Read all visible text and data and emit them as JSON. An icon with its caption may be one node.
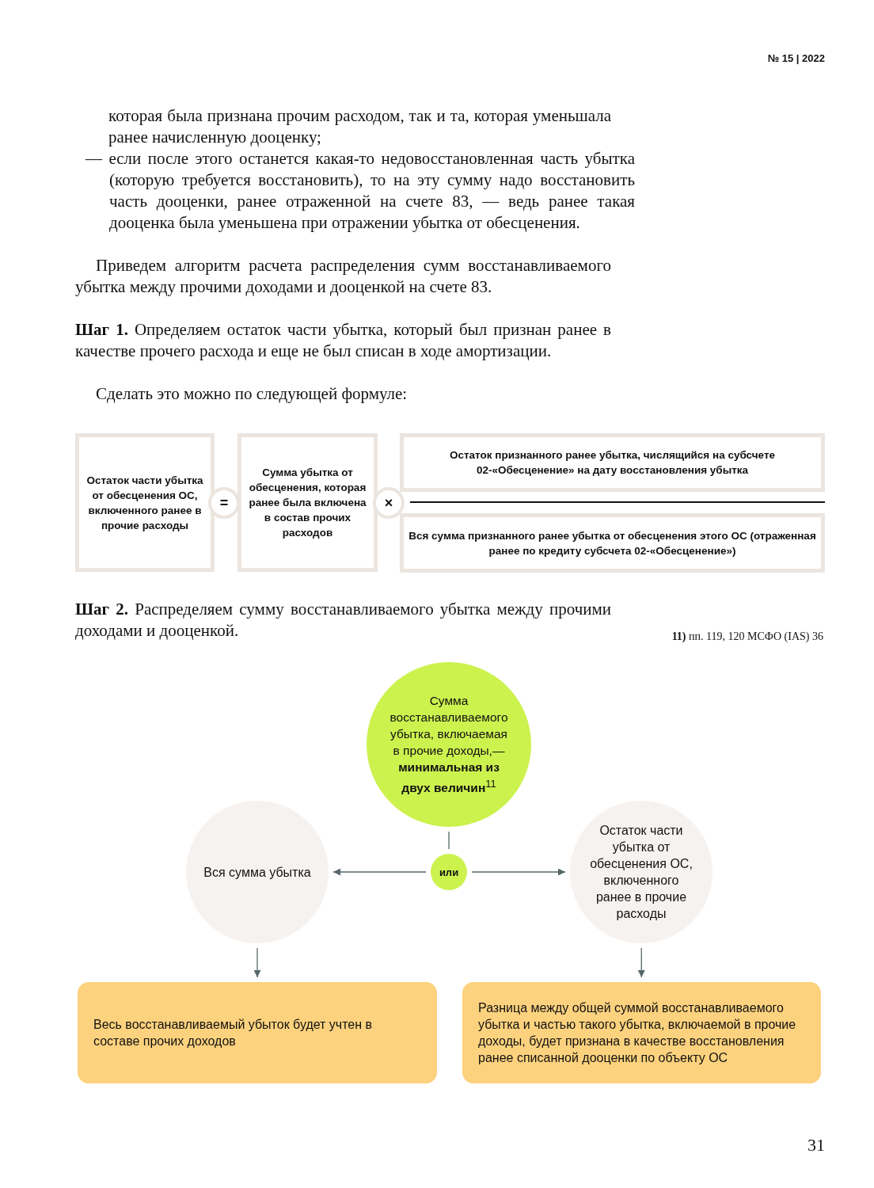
{
  "diagram": {
    "nodes": [
      {
        "text": [
          "Остаток части убытка от обесценения ОС, включенного ранее в прочие расходы"
        ]
      },
      {
        "text": [
          "="
        ]
      },
      {
        "text": [
          "Сумма убытка от обесценения, которая ранее была включена в состав прочих расходов"
        ]
      },
      {
        "text": [
          "×"
        ]
      },
      {
        "text": [
          "Остаток признанного ранее убытка, числящийся на субсчете 02-«Обесценение» на дату восстановления убытка"
        ]
      },
      {
        "text": [
          "Вся сумма признанного ранее убытка от обесценения этого ОС (отраженная ранее по кредиту субсчета 02-«Обесценение»)"
        ]
      },
      {
        "text": [
          "Сумма восстанавливаемого убытка, включаемая в прочие доходы,— **минимальная из двух величин**$^{11}$"
        ]
      },
      {
        "text": [
          "или"
        ]
      },
      {
        "text": [
          "Вся сумма убытка"
        ]
      },
      {
        "text": [
          "Остаток части убытка от обесценения ОС, включенного ранее в прочие расходы"
        ]
      },
      {
        "text": [
          "Весь восстанавливаемый убыток будет учтен в составе прочих доходов"
        ]
      },
      {
        "text": [
          "Разница между общей суммой восстанавливаемого убытка и частью такого убытка, включаемой в прочие доходы, будет признана в качестве восстановления ранее списанной дооценки по объекту ОС"
        ]
      }
    ],
    "edges": [
      {
        "from": 6,
        "to": 7,
        "arrow": "none"
      },
      {
        "from": 7,
        "to": 8,
        "arrow": "to"
      },
      {
        "from": 7,
        "to": 9,
        "arrow": "to"
      },
      {
        "from": 8,
        "to": 10,
        "arrow": "to"
      },
      {
        "from": 9,
        "to": 11,
        "arrow": "to"
      }
    ],
    "labels": [
      "№ 15 | 2022",
      "которая была признана прочим расходом, так и та, которая уменьшала ранее начисленную дооценку;",
      "— если после этого останется какая-то недовосстановленная часть убытка (которую требуется восстановить), то на эту сумму надо восстановить часть дооценки, ранее отраженной на счете 83, — ведь ранее такая дооценка была уменьшена при отражении убытка от обесценения.",
      "Приведем алгоритм расчета распределения сумм восстанавливаемого убытка между прочими доходами и дооценкой на счете 83.",
      "**Шаг 1.** Определяем остаток части убытка, который был признан ранее в качестве прочего расхода и еще не был списан в ходе амортизации.",
      "Сделать это можно по следующей формуле:",
      "**Шаг 2.** Распределяем сумму восстанавливаемого убытка между прочими доходами и дооценкой.",
      "**11)** пп. 119, 120 МСФО (IAS) 36",
      "31"
    ]
  }
}
